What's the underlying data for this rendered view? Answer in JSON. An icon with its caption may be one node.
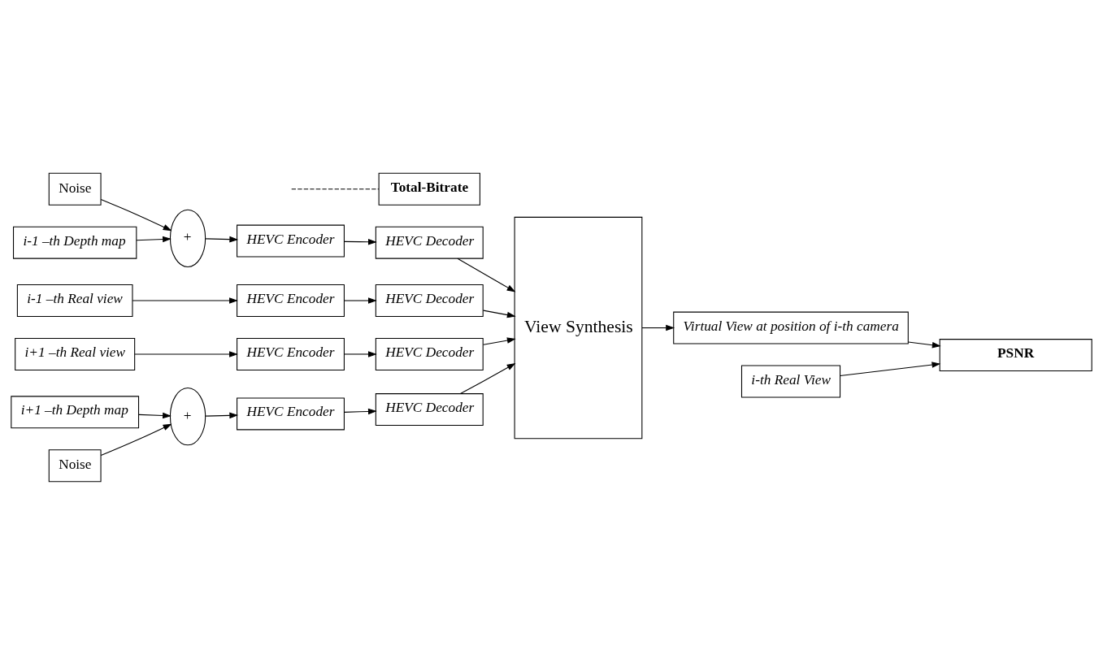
{
  "diagram": {
    "nodes": [
      {
        "text": [
          "Noise"
        ]
      },
      {
        "text": [
          "i-1 –th Depth map"
        ]
      },
      {
        "text": [
          "+"
        ]
      },
      {
        "text": [
          "HEVC Encoder"
        ]
      },
      {
        "text": [
          "HEVC Decoder"
        ]
      },
      {
        "text": [
          "View Synthesis"
        ]
      },
      {
        "text": [
          "i-1 –th Real view"
        ]
      },
      {
        "text": [
          "HEVC Encoder"
        ]
      },
      {
        "text": [
          "HEVC Decoder"
        ]
      },
      {
        "text": [
          "Virtual View at position of i-th camera"
        ]
      },
      {
        "text": [
          "i-th Real View"
        ]
      },
      {
        "text": [
          "i+1 –th Real view"
        ]
      },
      {
        "text": [
          "HEVC Encoder"
        ]
      },
      {
        "text": [
          "HEVC Decoder"
        ]
      },
      {
        "text": [
          "i+1 –th Depth map"
        ]
      },
      {
        "text": [
          "+"
        ]
      },
      {
        "text": [
          "HEVC Encoder"
        ]
      },
      {
        "text": [
          "HEVC Decoder"
        ]
      },
      {
        "text": [
          "Total-Bitrate"
        ]
      },
      {
        "text": [
          "PSNR"
        ]
      },
      {
        "text": [
          "Noise"
        ]
      }
    ],
    "edges": [
      {
        "from": 0,
        "to": 2,
        "arrow": "to"
      },
      {
        "from": 1,
        "to": 2,
        "arrow": "to"
      },
      {
        "from": 2,
        "to": 3,
        "arrow": "to"
      },
      {
        "from": 3,
        "to": 4,
        "arrow": "to"
      },
      {
        "from": 4,
        "to": 5,
        "arrow": "to"
      },
      {
        "from": 6,
        "to": 7,
        "arrow": "to"
      },
      {
        "from": 7,
        "to": 8,
        "arrow": "to"
      },
      {
        "from": 8,
        "to": 5,
        "arrow": "to"
      },
      {
        "from": 11,
        "to": 12,
        "arrow": "to"
      },
      {
        "from": 12,
        "to": 13,
        "arrow": "to"
      },
      {
        "from": 13,
        "to": 5,
        "arrow": "to"
      },
      {
        "from": 14,
        "to": 15,
        "arrow": "to"
      },
      {
        "from": 20,
        "to": 15,
        "arrow": "to"
      },
      {
        "from": 15,
        "to": 16,
        "arrow": "to"
      },
      {
        "from": 16,
        "to": 17,
        "arrow": "to"
      },
      {
        "from": 17,
        "to": 5,
        "arrow": "to"
      },
      {
        "from": 5,
        "to": 9,
        "arrow": "to"
      },
      {
        "from": 9,
        "to": 19,
        "arrow": "to"
      },
      {
        "from": 10,
        "to": 19,
        "arrow": "to"
      },
      {
        "from": null,
        "to": 18,
        "arrow": "none",
        "style": "dashed"
      }
    ]
  }
}
